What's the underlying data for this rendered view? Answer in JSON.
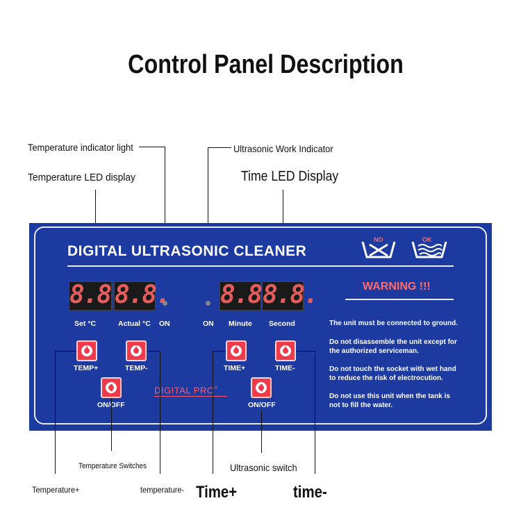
{
  "title": "Control Panel Description",
  "callouts": {
    "temp_indicator": "Temperature indicator light",
    "temp_led": "Temperature LED display",
    "ultra_work": "Ultrasonic Work Indicator",
    "time_led": "Time LED Display",
    "temp_switches": "Temperature Switches",
    "ultra_switch": "Ultrasonic switch",
    "temp_plus": "Temperature+",
    "temp_minus": "temperature-",
    "time_plus": "Time+",
    "time_minus": "time-"
  },
  "panel": {
    "brand": "DIGITAL ULTRASONIC CLEANER",
    "no_label": "NO",
    "ok_label": "OK",
    "led_set": "8.8.",
    "led_actual": "8.8.",
    "led_minute": "8.8.",
    "led_second": "8.8.",
    "label_set": "Set  °C",
    "label_actual": "Actual °C",
    "label_on_left": "ON",
    "label_on_right": "ON",
    "label_minute": "Minute",
    "label_second": "Second",
    "btn_temp_plus": "TEMP+",
    "btn_temp_minus": "TEMP-",
    "btn_time_plus": "TIME+",
    "btn_time_minus": "TIME-",
    "btn_onoff_left": "ON/OFF",
    "btn_onoff_right": "ON/OFF",
    "digital_pro": "DIGITAL PRO",
    "digital_pro_sup": "+",
    "warning_title": "WARNING !!!",
    "warnings": [
      [
        "The unit must be connected to ground."
      ],
      [
        "Do not disassemble the unit except  for",
        "the authorized serviceman."
      ],
      [
        "Do not touch the socket with wet hand",
        "to reduce the risk of electrocution."
      ],
      [
        "Do not use this unit when the tank is",
        "not to fill the water."
      ]
    ]
  }
}
